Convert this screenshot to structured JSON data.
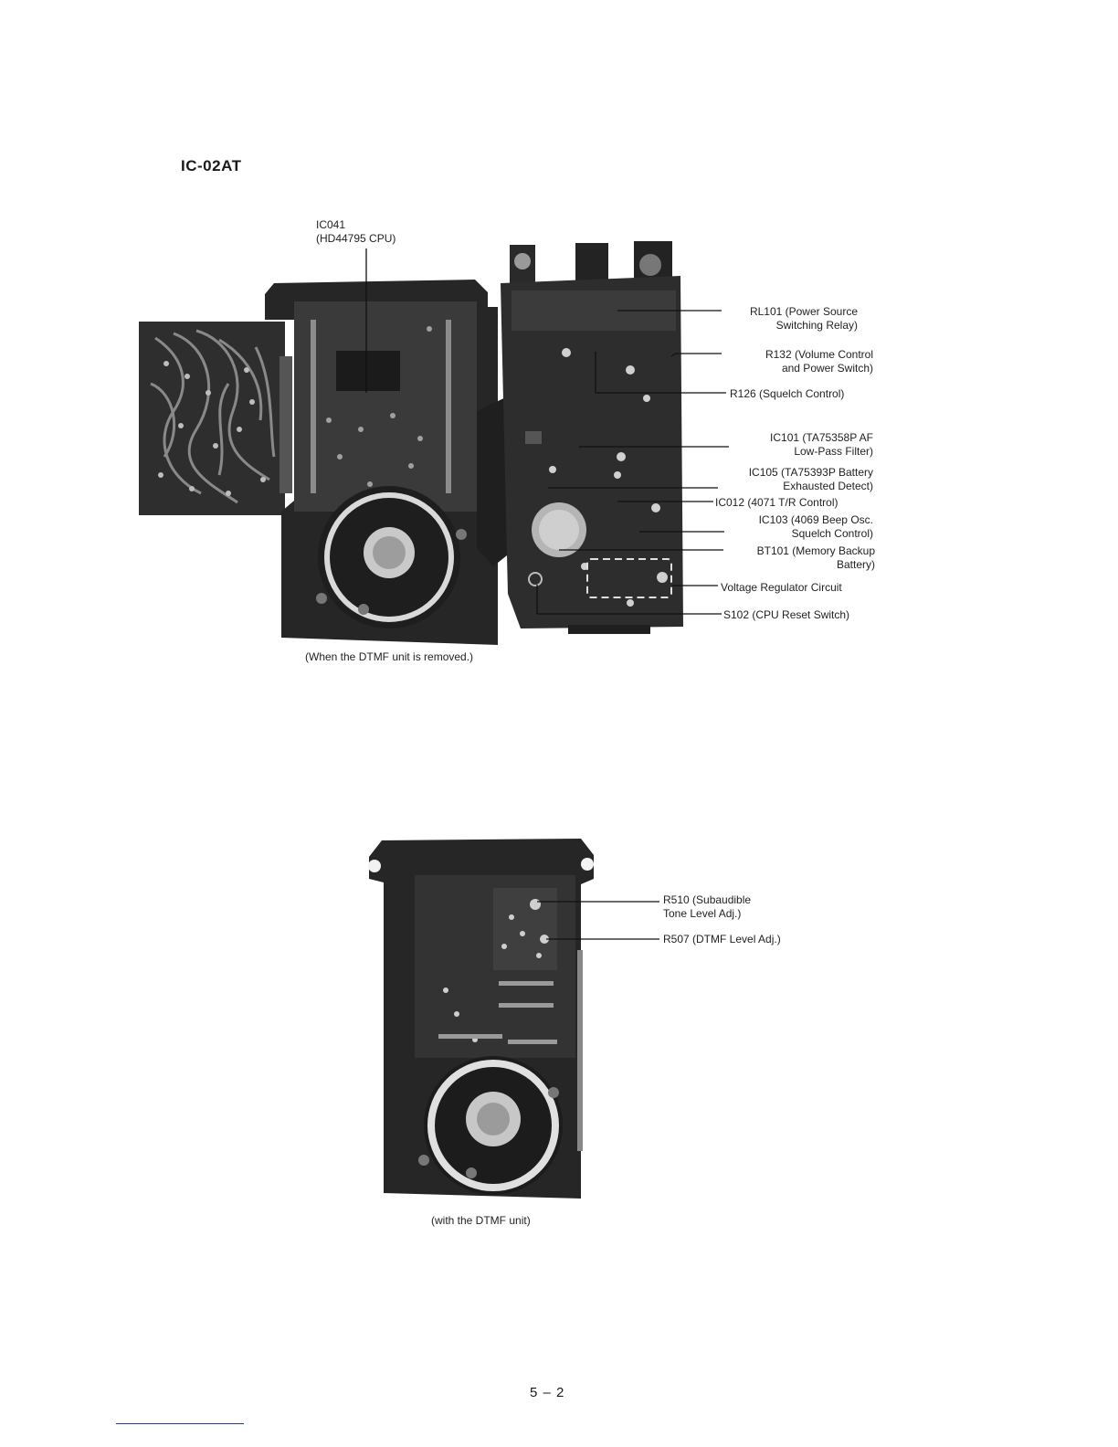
{
  "model": "IC-02AT",
  "photo1": {
    "caption": "(When the DTMF unit is removed.)",
    "callouts": {
      "ic041": "IC041\n(HD44795 CPU)",
      "rl101": "RL101 (Power Source\nSwitching Relay)",
      "r132": "R132 (Volume Control\nand Power Switch)",
      "r126": "R126 (Squelch Control)",
      "ic101": "IC101 (TA75358P AF\nLow-Pass Filter)",
      "ic105": "IC105 (TA75393P Battery\nExhausted Detect)",
      "ic012": "IC012 (4071 T/R Control)",
      "ic103": "IC103 (4069 Beep Osc.\nSquelch Control)",
      "bt101": "BT101 (Memory Backup\nBattery)",
      "vreg": "Voltage Regulator Circuit",
      "s102": "S102 (CPU Reset Switch)"
    }
  },
  "photo2": {
    "caption": "(with the DTMF unit)",
    "callouts": {
      "r510": "R510 (Subaudible\nTone Level Adj.)",
      "r507": "R507 (DTMF Level Adj.)"
    }
  },
  "page_number": "5 – 2"
}
